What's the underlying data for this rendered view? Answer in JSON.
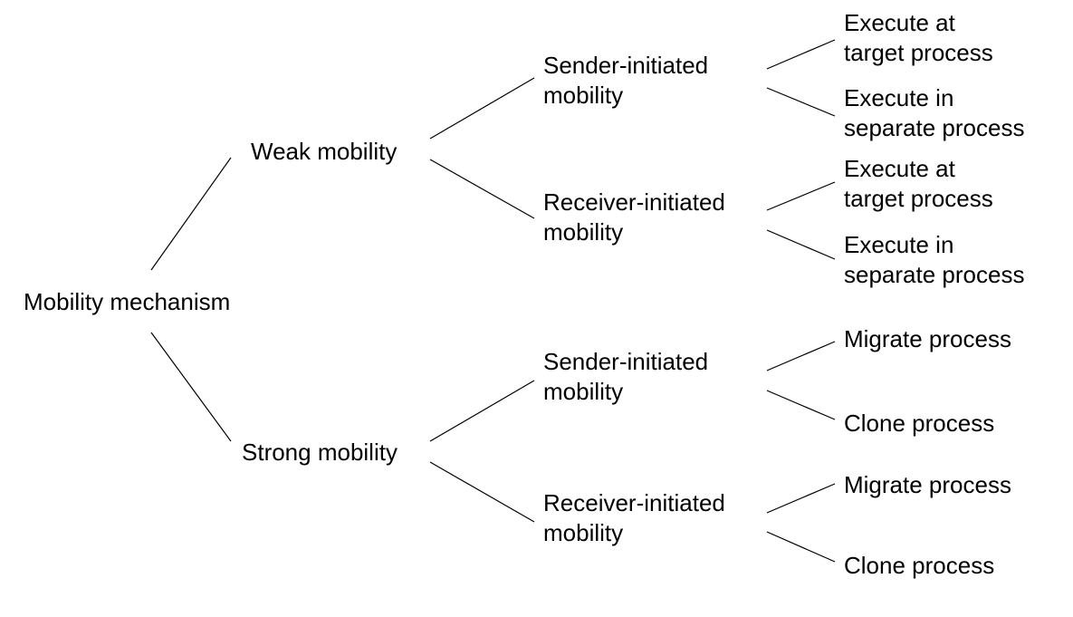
{
  "tree": {
    "root": {
      "label": [
        "Mobility mechanism"
      ]
    },
    "level1": [
      {
        "label": [
          "Weak mobility"
        ]
      },
      {
        "label": [
          "Strong mobility"
        ]
      }
    ],
    "level2": [
      {
        "label": [
          "Sender-initiated",
          "mobility"
        ]
      },
      {
        "label": [
          "Receiver-initiated",
          "mobility"
        ]
      },
      {
        "label": [
          "Sender-initiated",
          "mobility"
        ]
      },
      {
        "label": [
          "Receiver-initiated",
          "mobility"
        ]
      }
    ],
    "level3": [
      {
        "label": [
          "Execute at",
          "target process"
        ]
      },
      {
        "label": [
          "Execute in",
          "separate process"
        ]
      },
      {
        "label": [
          "Execute at",
          "target process"
        ]
      },
      {
        "label": [
          "Execute in",
          "separate process"
        ]
      },
      {
        "label": [
          "Migrate process"
        ]
      },
      {
        "label": [
          "Clone process"
        ]
      },
      {
        "label": [
          "Migrate process"
        ]
      },
      {
        "label": [
          "Clone process"
        ]
      }
    ]
  }
}
